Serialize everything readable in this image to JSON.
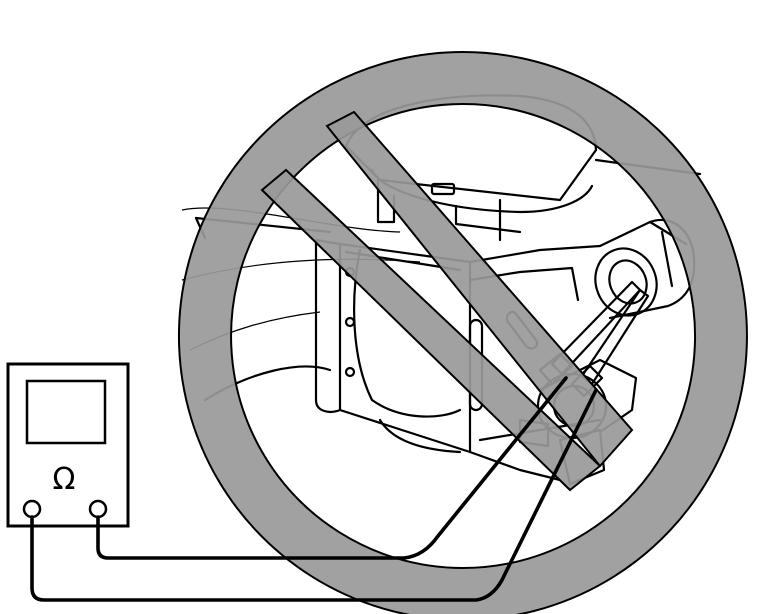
{
  "meter": {
    "symbol": "Ω",
    "symbol_name": "ohm-symbol"
  },
  "prohibition": {
    "meaning": "do-not-measure",
    "color": "#999999"
  },
  "colors": {
    "line": "#000000",
    "background": "#ffffff",
    "prohibition_fill": "#999999"
  }
}
